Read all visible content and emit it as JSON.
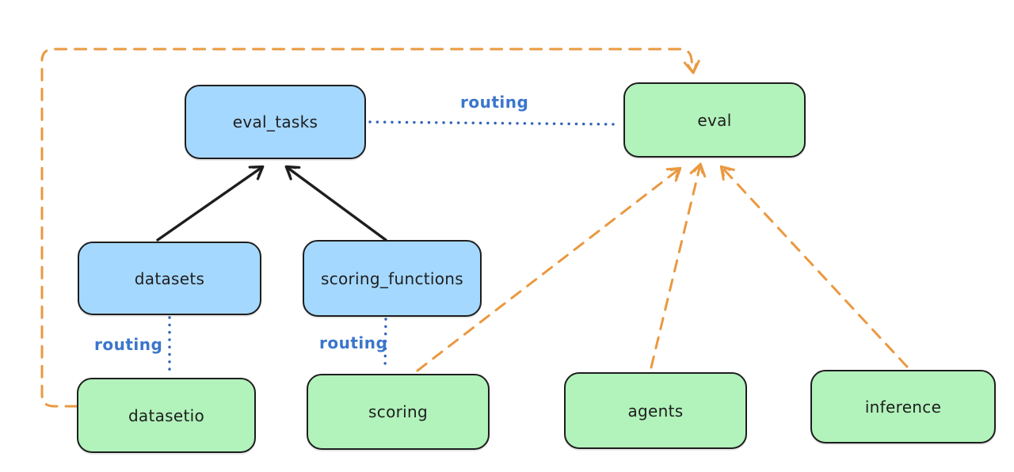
{
  "diagram": {
    "colors": {
      "background": "#ffffff",
      "api_box_fill": "#a5d8ff",
      "provider_box_fill": "#b2f2bb",
      "box_stroke": "#1e1e1e",
      "solid_arrow": "#1e1e1e",
      "routing_line": "#3264b8",
      "routing_label_text": "#3b76cc",
      "dependency_dashed_line": "#ea9940"
    },
    "nodes": [
      {
        "id": "eval_tasks",
        "label": "eval_tasks",
        "kind": "api"
      },
      {
        "id": "eval",
        "label": "eval",
        "kind": "provider"
      },
      {
        "id": "datasets",
        "label": "datasets",
        "kind": "api"
      },
      {
        "id": "scoring_functions",
        "label": "scoring_functions",
        "kind": "api"
      },
      {
        "id": "datasetio",
        "label": "datasetio",
        "kind": "provider"
      },
      {
        "id": "scoring",
        "label": "scoring",
        "kind": "provider"
      },
      {
        "id": "agents",
        "label": "agents",
        "kind": "provider"
      },
      {
        "id": "inference",
        "label": "inference",
        "kind": "provider"
      }
    ],
    "edge_labels": [
      {
        "id": "routing-eval",
        "text": "routing"
      },
      {
        "id": "routing-datasetio",
        "text": "routing"
      },
      {
        "id": "routing-scoring",
        "text": "routing"
      }
    ],
    "edges": [
      {
        "from": "datasets",
        "to": "eval_tasks",
        "style": "solid-arrow",
        "color": "#1e1e1e"
      },
      {
        "from": "scoring_functions",
        "to": "eval_tasks",
        "style": "solid-arrow",
        "color": "#1e1e1e"
      },
      {
        "from": "eval_tasks",
        "to": "eval",
        "style": "dotted",
        "color": "#3264b8",
        "label": "routing"
      },
      {
        "from": "datasets",
        "to": "datasetio",
        "style": "dotted",
        "color": "#3264b8",
        "label": "routing"
      },
      {
        "from": "scoring_functions",
        "to": "scoring",
        "style": "dotted",
        "color": "#3264b8",
        "label": "routing"
      },
      {
        "from": "scoring",
        "to": "eval",
        "style": "dashed-arrow",
        "color": "#ea9940"
      },
      {
        "from": "agents",
        "to": "eval",
        "style": "dashed-arrow",
        "color": "#ea9940"
      },
      {
        "from": "inference",
        "to": "eval",
        "style": "dashed-arrow",
        "color": "#ea9940"
      },
      {
        "from": "datasetio",
        "to": "eval",
        "style": "dashed-arrow",
        "color": "#ea9940",
        "route": "around-left-and-top"
      }
    ]
  }
}
